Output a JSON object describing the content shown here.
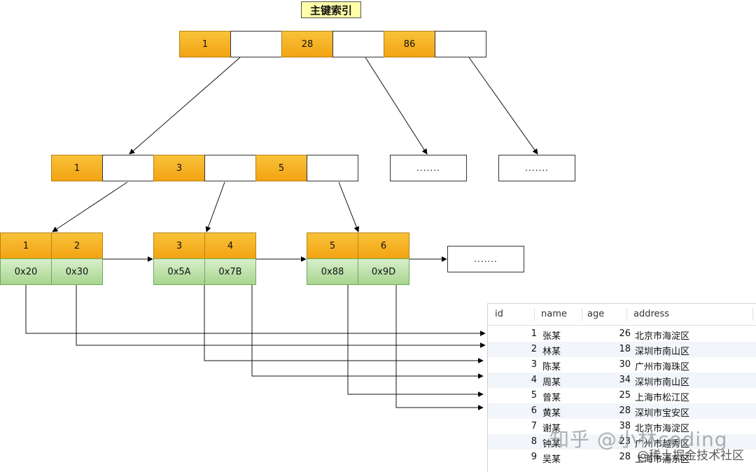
{
  "title": "主键索引",
  "root": {
    "keys": [
      "1",
      "28",
      "86"
    ]
  },
  "level2": {
    "keys": [
      "1",
      "3",
      "5"
    ],
    "placeholder_left": ".......",
    "placeholder_right": "......."
  },
  "leaves": [
    {
      "keys": [
        "1",
        "2"
      ],
      "addresses": [
        "0x20",
        "0x30"
      ]
    },
    {
      "keys": [
        "3",
        "4"
      ],
      "addresses": [
        "0x5A",
        "0x7B"
      ]
    },
    {
      "keys": [
        "5",
        "6"
      ],
      "addresses": [
        "0x88",
        "0x9D"
      ]
    }
  ],
  "leaf_placeholder": ".......",
  "table": {
    "columns": [
      "id",
      "name",
      "age",
      "address"
    ],
    "rows": [
      {
        "id": "1",
        "name": "张某",
        "age": "26",
        "address": "北京市海淀区"
      },
      {
        "id": "2",
        "name": "林某",
        "age": "18",
        "address": "深圳市南山区"
      },
      {
        "id": "3",
        "name": "陈某",
        "age": "30",
        "address": "广州市海珠区"
      },
      {
        "id": "4",
        "name": "周某",
        "age": "34",
        "address": "深圳市南山区"
      },
      {
        "id": "5",
        "name": "曾某",
        "age": "25",
        "address": "上海市松江区"
      },
      {
        "id": "6",
        "name": "黄某",
        "age": "28",
        "address": "深圳市宝安区"
      },
      {
        "id": "7",
        "name": "谢某",
        "age": "38",
        "address": "北京市海淀区"
      },
      {
        "id": "8",
        "name": "钟某",
        "age": "23",
        "address": "广州市越秀区"
      },
      {
        "id": "9",
        "name": "吴某",
        "age": "28",
        "address": "上海市浦东区"
      }
    ]
  },
  "watermark": {
    "line1": "知乎 @小林coding",
    "line2": "@稀土掘金技术社区"
  },
  "colors": {
    "key_fill": "#f5b020",
    "address_fill": "#b9e0a5",
    "title_fill": "#ffffa8",
    "alt_row": "#f2f5fa"
  }
}
